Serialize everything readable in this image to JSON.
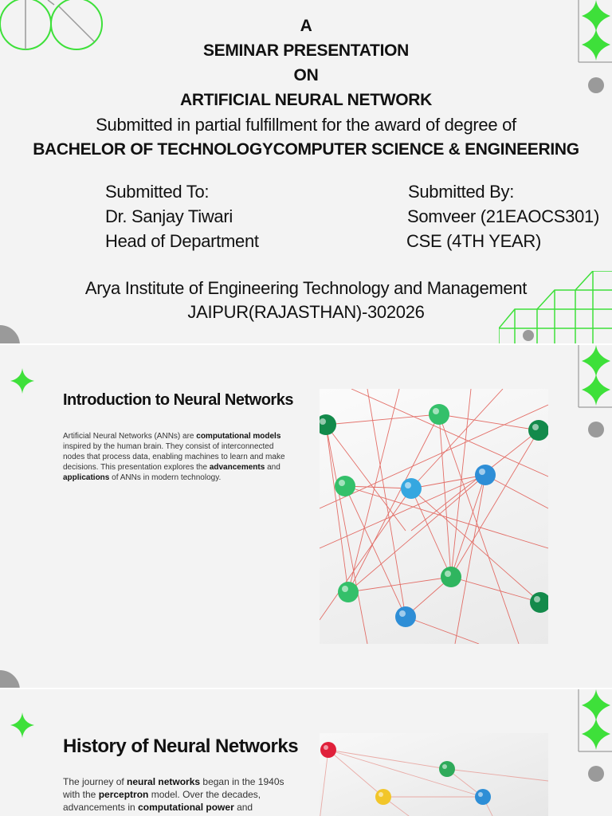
{
  "slide1": {
    "line_a": "A",
    "line_seminar": "SEMINAR PRESENTATION",
    "line_on": "ON",
    "line_topic": "ARTIFICIAL NEURAL NETWORK",
    "line_submitted": "Submitted in partial fulfillment for the award of degree of",
    "line_degree": "BACHELOR OF TECHNOLOGYCOMPUTER SCIENCE & ENGINEERING",
    "submitted_to": {
      "heading": "Submitted To:",
      "name": "Dr. Sanjay Tiwari",
      "role": "Head of Department"
    },
    "submitted_by": {
      "heading": "Submitted By:",
      "name": "Somveer (21EAOCS301)",
      "role": "CSE (4TH YEAR)"
    },
    "institute": "Arya Institute of Engineering Technology and Management",
    "city": "JAIPUR(RAJASTHAN)-302026"
  },
  "slide2": {
    "title": "Introduction to Neural Networks",
    "p1": "Artificial Neural Networks (ANNs) are ",
    "b1": "computational models",
    "p2": " inspired by the human brain. They consist of interconnected nodes that process data, enabling machines to learn and make decisions. This presentation explores the ",
    "b2": "advancements",
    "p3": " and ",
    "b3": "applications",
    "p4": " of ANNs in modern technology."
  },
  "slide3": {
    "title": "History of Neural Networks",
    "p1": "The journey of ",
    "b1": "neural networks",
    "p2": " began in the 1940s with the ",
    "b2": "perceptron",
    "p3": " model. Over the decades, advancements in ",
    "b3": "computational power",
    "p4": " and"
  },
  "colors": {
    "accent_green": "#3ee03a",
    "slide_bg": "#f3f3f3",
    "decor_gray": "#9a9a9a",
    "string_red": "#e0574f"
  }
}
